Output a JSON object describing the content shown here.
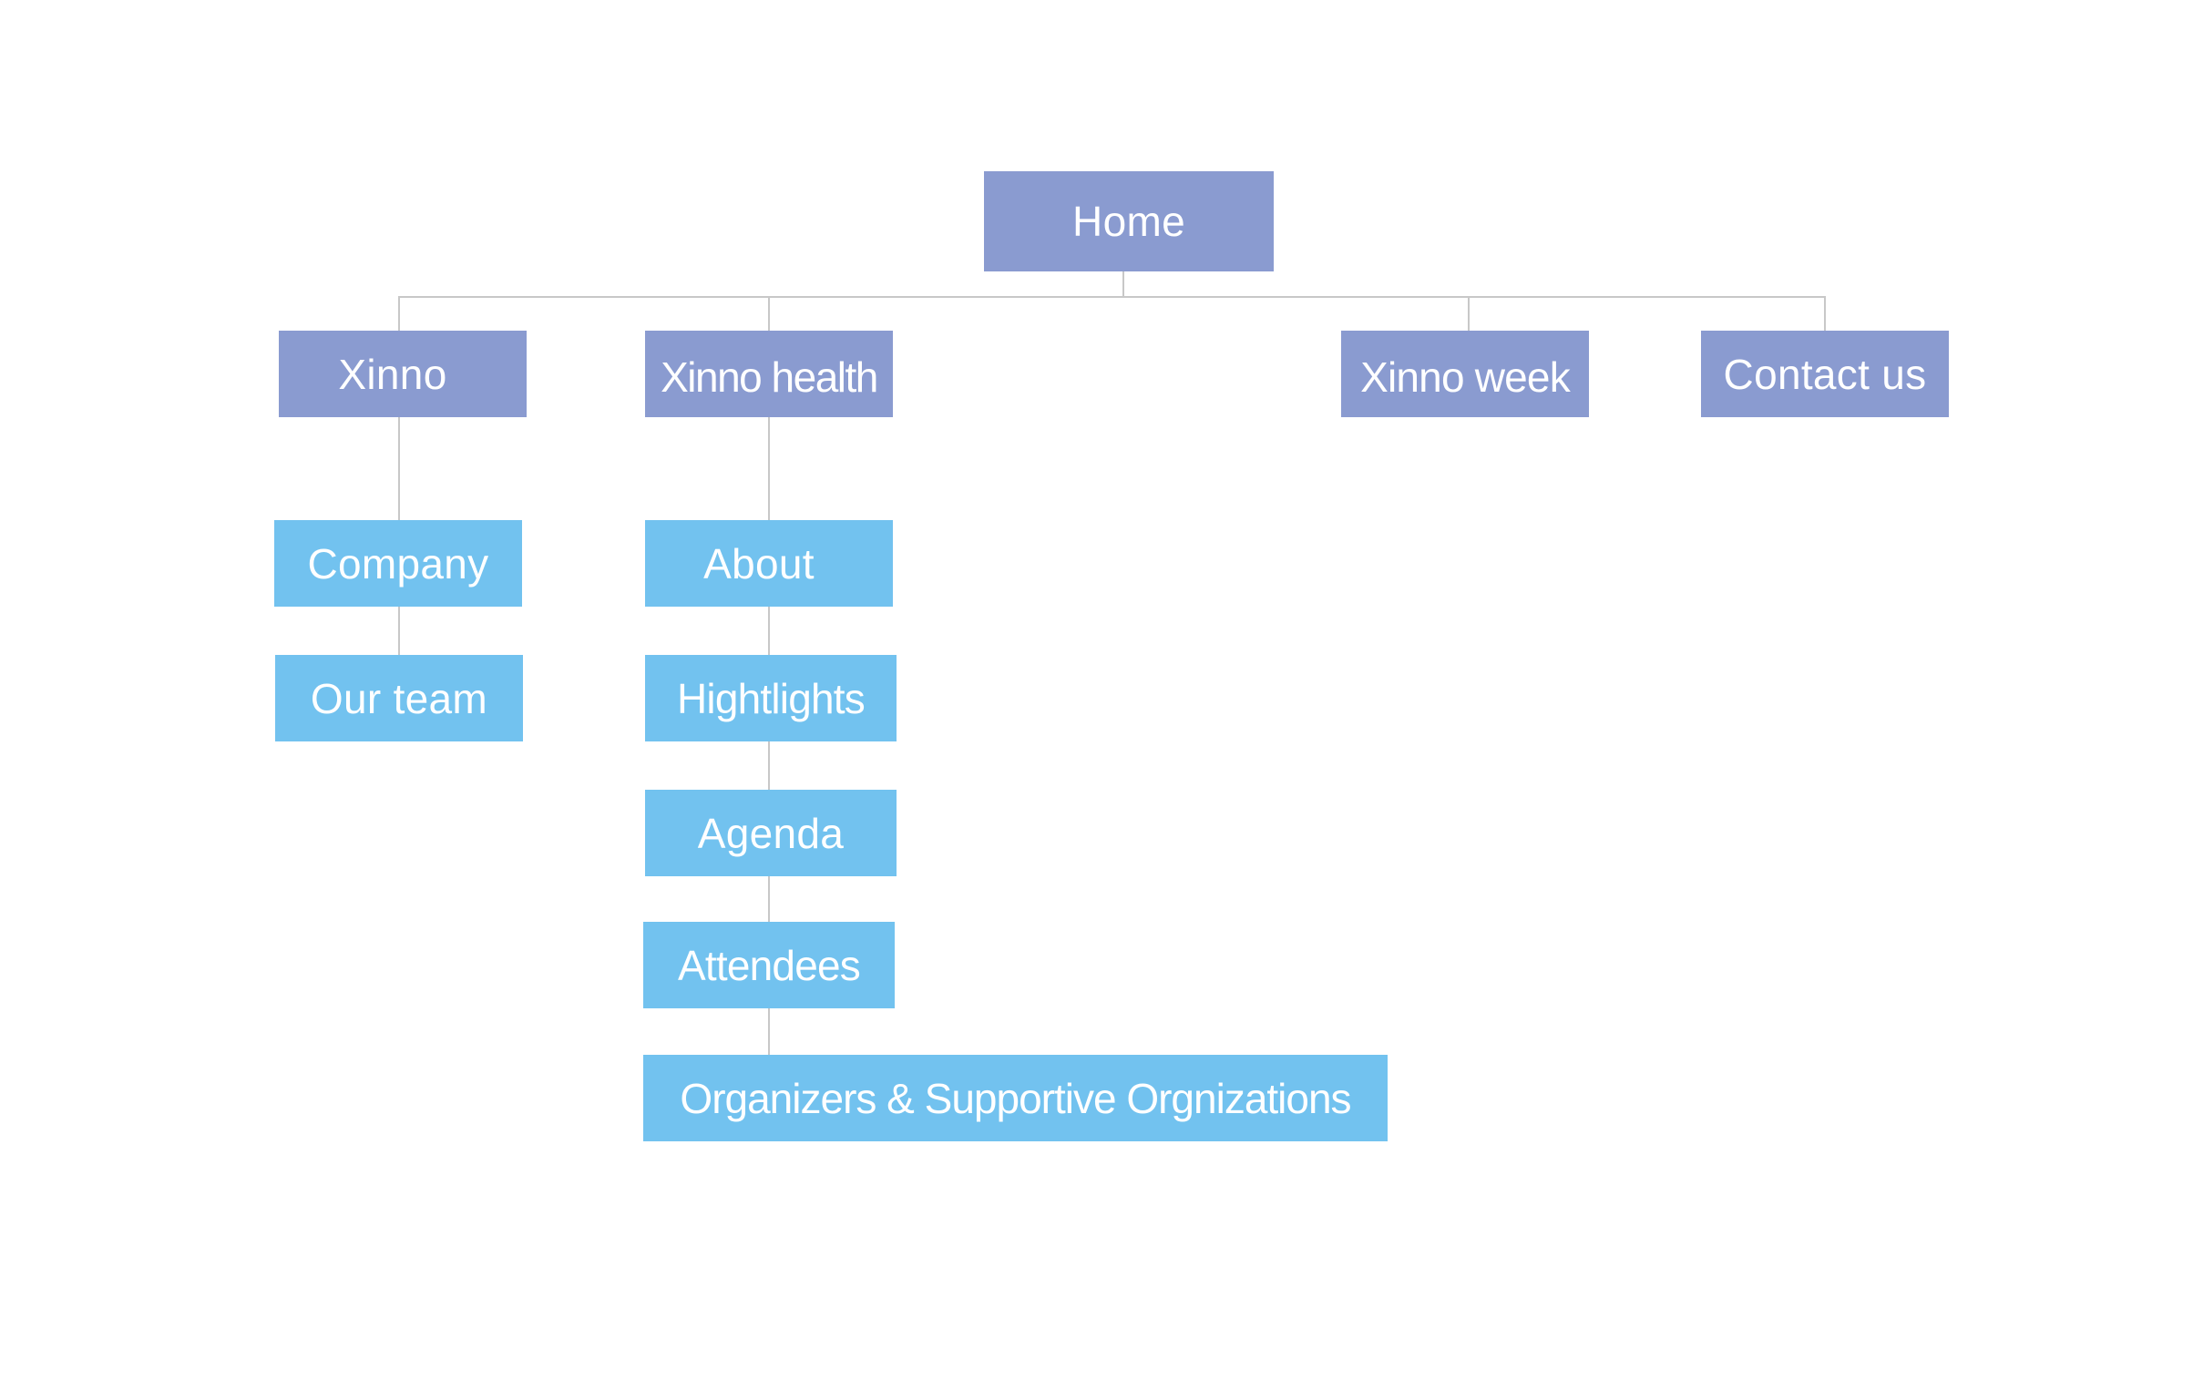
{
  "diagram": {
    "root": {
      "label": "Home"
    },
    "sections": [
      {
        "label": "Xinno",
        "children": [
          "Company",
          "Our team"
        ]
      },
      {
        "label": "Xinno health",
        "children": [
          "About",
          "Hightlights",
          "Agenda",
          "Attendees",
          "Organizers & Supportive Orgnizations"
        ]
      },
      {
        "label": "Xinno week",
        "children": []
      },
      {
        "label": "Contact us",
        "children": []
      }
    ],
    "colors": {
      "primary_node": "#8a9bd0",
      "secondary_node": "#72c2ef",
      "connector": "#c8c8c8",
      "text": "#ffffff"
    }
  }
}
